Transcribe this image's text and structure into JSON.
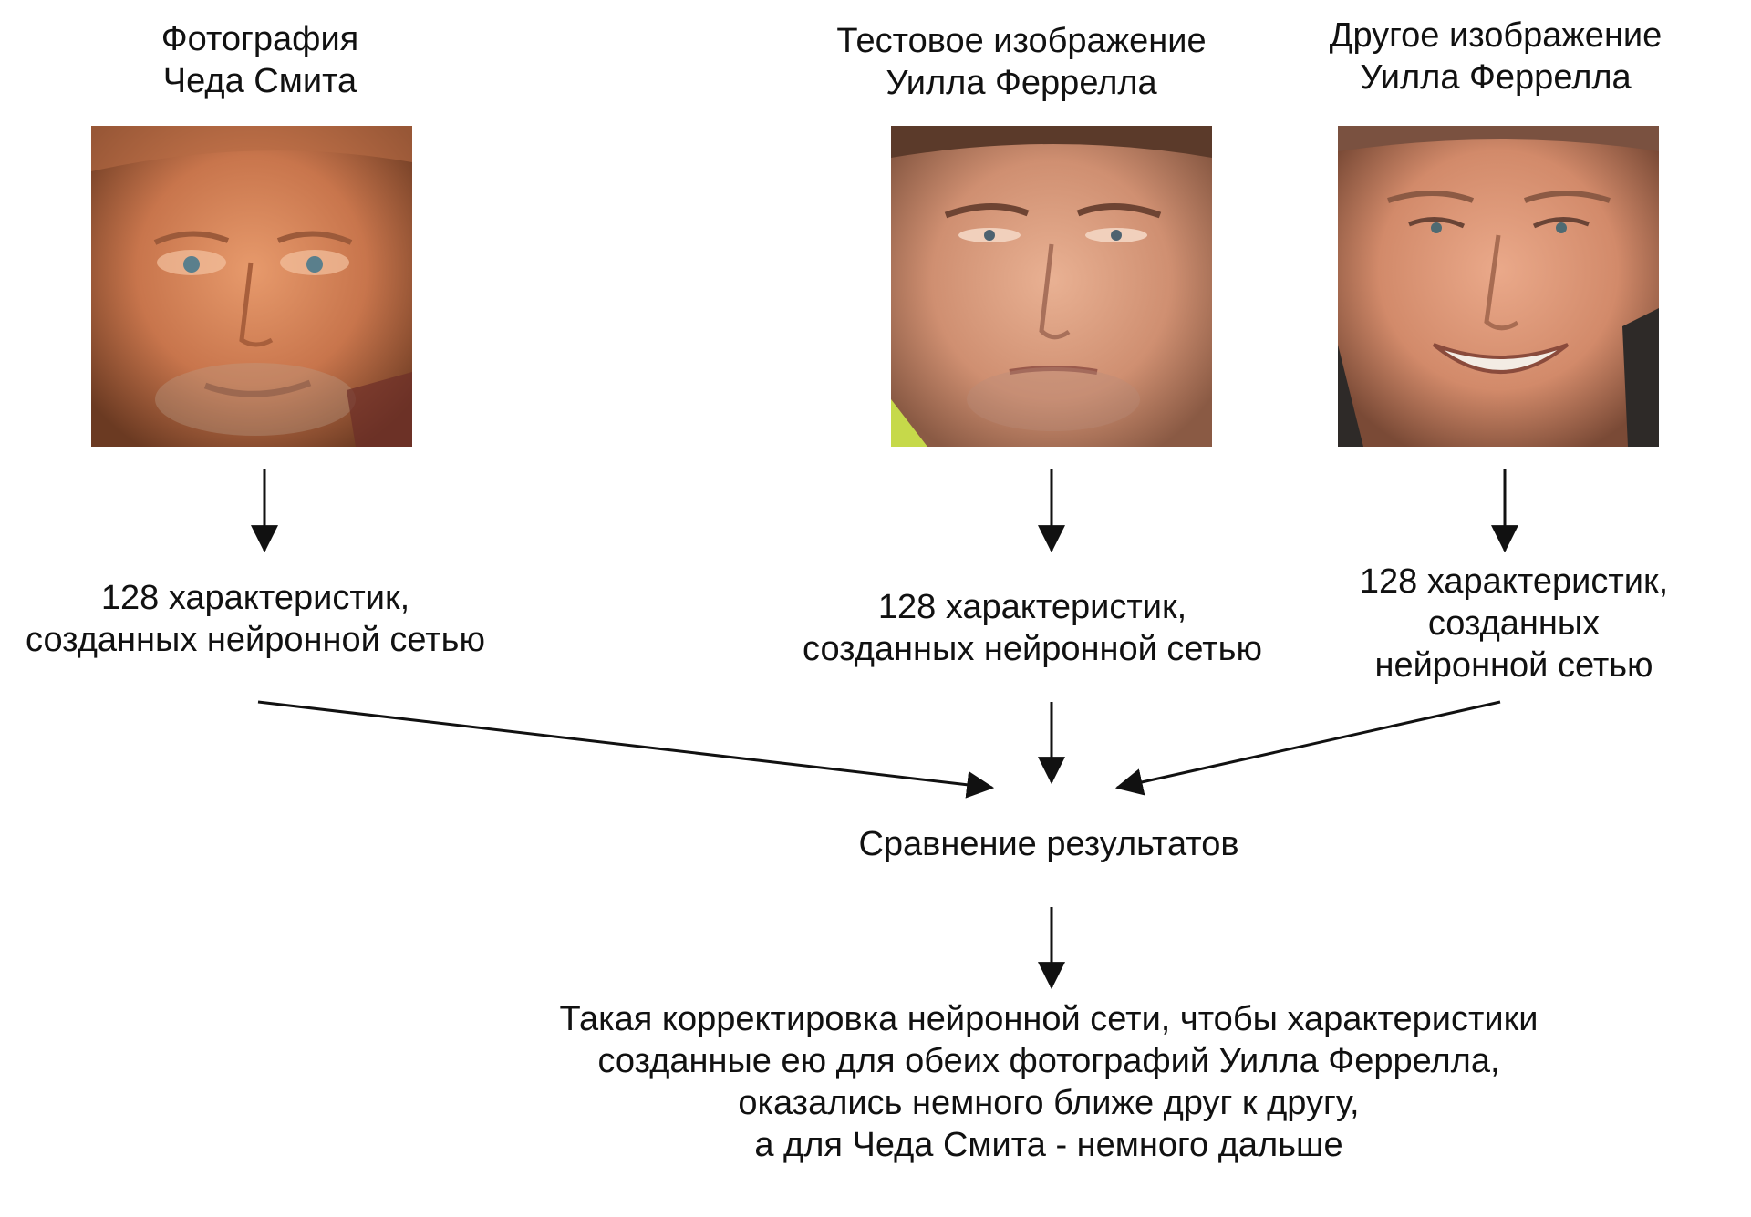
{
  "columns": [
    {
      "title_lines": [
        "Фотография",
        "Чеда Смита"
      ],
      "photo": "chad-smith-face-photo",
      "features_lines": [
        "128 характеристик,",
        "созданных нейронной сетью"
      ]
    },
    {
      "title_lines": [
        "Тестовое изображение",
        "Уилла Феррелла"
      ],
      "photo": "will-ferrell-test-face-photo",
      "features_lines": [
        "128 характеристик,",
        "созданных нейронной сетью"
      ]
    },
    {
      "title_lines": [
        "Другое изображение",
        "Уилла Феррелла"
      ],
      "photo": "will-ferrell-other-face-photo",
      "features_lines": [
        "128 характеристик,",
        "созданных",
        "нейронной сетью"
      ]
    }
  ],
  "compare_label": "Сравнение результатов",
  "result_lines": [
    "Такая корректировка нейронной сети, чтобы характеристики",
    "созданные ею для обеих фотографий Уилла Феррелла,",
    "оказались немного ближе друг к другу,",
    "а для Чеда Смита - немного дальше"
  ]
}
